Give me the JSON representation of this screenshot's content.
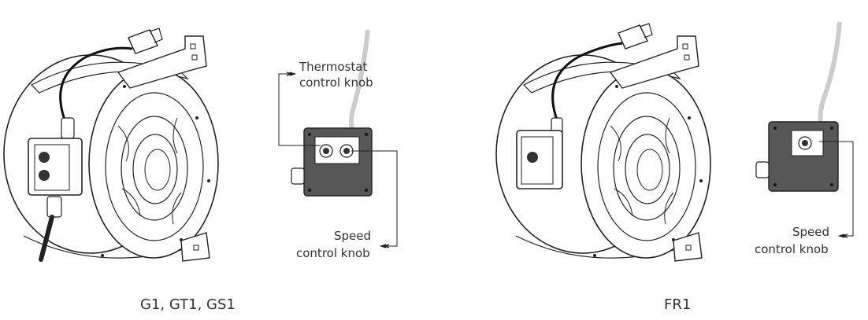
{
  "left_unit": {
    "thermostat_label_line1": "Thermostat",
    "thermostat_label_line2": "control knob",
    "speed_label_line1": "Speed",
    "speed_label_line2": "control knob",
    "caption": "G1, GT1, GS1"
  },
  "right_unit": {
    "speed_label_line1": "Speed",
    "speed_label_line2": "control knob",
    "caption": "FR1"
  },
  "colors": {
    "line": "#222222",
    "fan_fill": "#ffffff",
    "box_fill": "#575757",
    "cable_gray": "#c8c8c8",
    "text": "#333333"
  }
}
